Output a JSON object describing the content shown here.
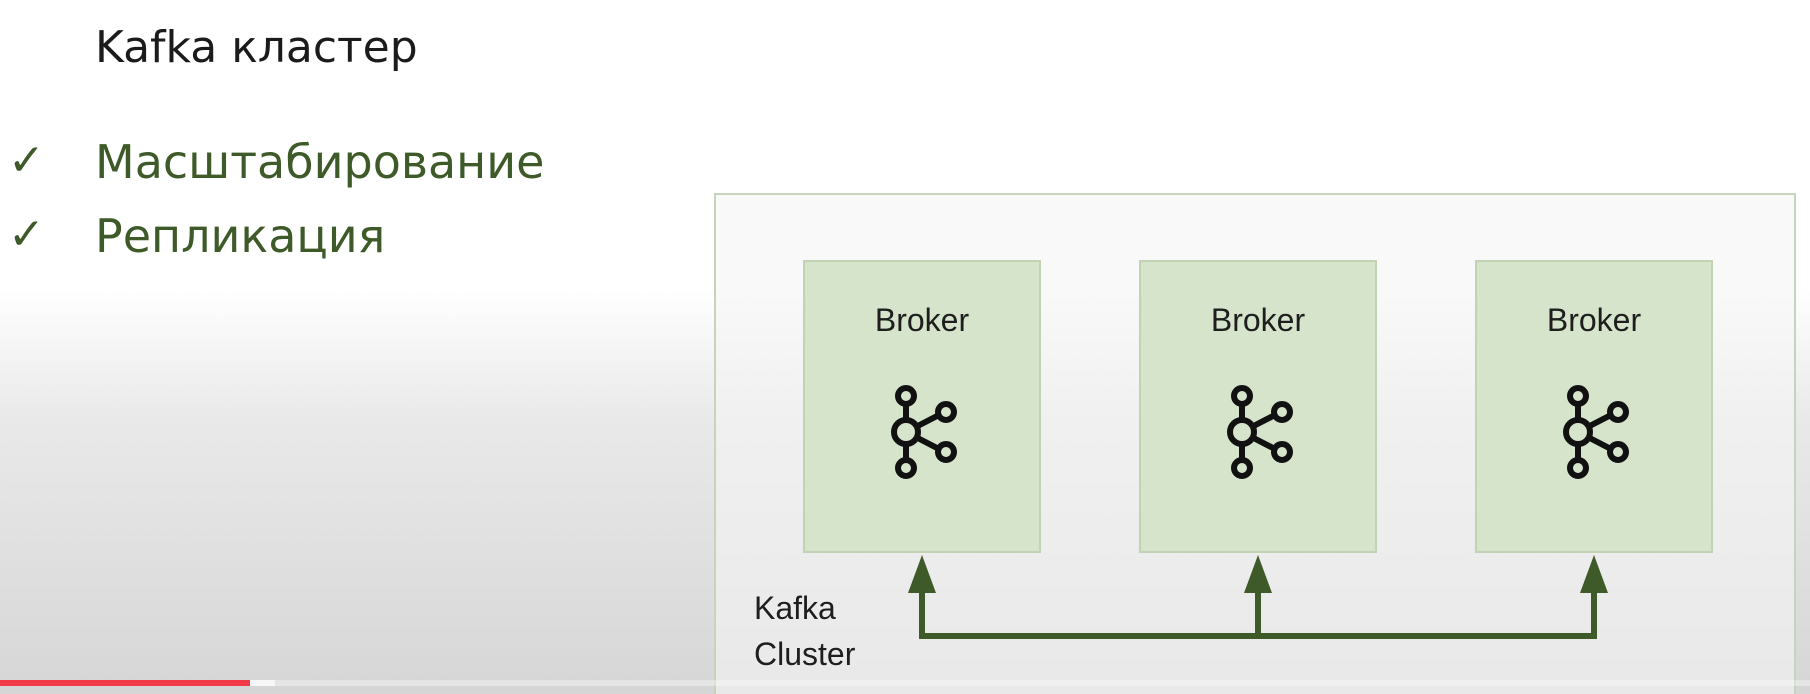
{
  "slide": {
    "title": "Kafka кластер",
    "checklist": [
      {
        "mark": "✓",
        "label": "Масштабирование"
      },
      {
        "mark": "✓",
        "label": "Репликация"
      }
    ]
  },
  "diagram": {
    "brokers": [
      {
        "label": "Broker",
        "icon": "kafka-logo-icon"
      },
      {
        "label": "Broker",
        "icon": "kafka-logo-icon"
      },
      {
        "label": "Broker",
        "icon": "kafka-logo-icon"
      }
    ],
    "cluster_caption_line1": "Kafka",
    "cluster_caption_line2": "Cluster",
    "colors": {
      "accent": "#3d5a28",
      "broker_fill": "#d6e4cb",
      "cluster_border": "#c5d4ba"
    }
  },
  "video_player": {
    "progress_fraction": 0.138,
    "buffered_fraction": 0.152,
    "progress_color": "#f03a47"
  }
}
